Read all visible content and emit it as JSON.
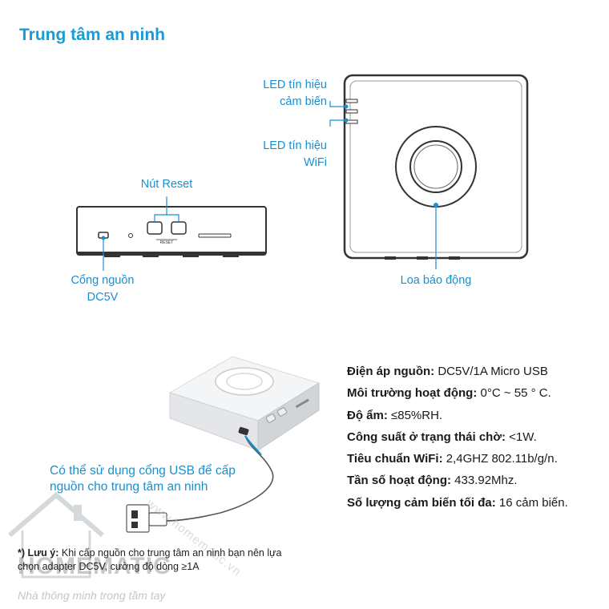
{
  "title": "Trung tâm an ninh",
  "labels": {
    "led_sensor": [
      "LED tín hiệu",
      "cảm biến"
    ],
    "led_wifi": [
      "LED tín hiệu",
      "WiFi"
    ],
    "reset_button": "Nút Reset",
    "power_port": [
      "Cổng nguồn",
      "DC5V"
    ],
    "alarm_speaker": "Loa báo động",
    "reset_small": "RESET"
  },
  "specs": [
    {
      "label": "Điện áp nguồn:",
      "value": " DC5V/1A Micro USB"
    },
    {
      "label": "Môi trường hoạt động:",
      "value": " 0°C ~ 55 ° C."
    },
    {
      "label": "Độ ẩm:",
      "value": " ≤85%RH."
    },
    {
      "label": "Công suất ở trạng thái chờ:",
      "value": " <1W."
    },
    {
      "label": "Tiêu chuẩn WiFi:",
      "value": " 2,4GHZ 802.11b/g/n."
    },
    {
      "label": "Tần số hoạt động:",
      "value": " 433.92Mhz."
    },
    {
      "label": "Số lượng cảm biến tối đa:",
      "value": " 16 cảm biến."
    }
  ],
  "usb_note": [
    "Có thể sử dụng cổng USB để cấp",
    "nguồn cho trung tâm an ninh"
  ],
  "footnote": {
    "prefix": "*) Lưu ý:",
    "line1": " Khi cấp nguồn cho trung tâm an ninh bạn nên lựa",
    "line2": "chọn adapter DC5V,  cường độ dòng ≥1A"
  },
  "brand": {
    "name": "HOMEMATIC",
    "tagline": "Nhà thông minh trong tầm tay",
    "watermark": "www.homematic.vn"
  },
  "colors": {
    "accent": "#1a9ad6",
    "text": "#1a1a1a"
  }
}
